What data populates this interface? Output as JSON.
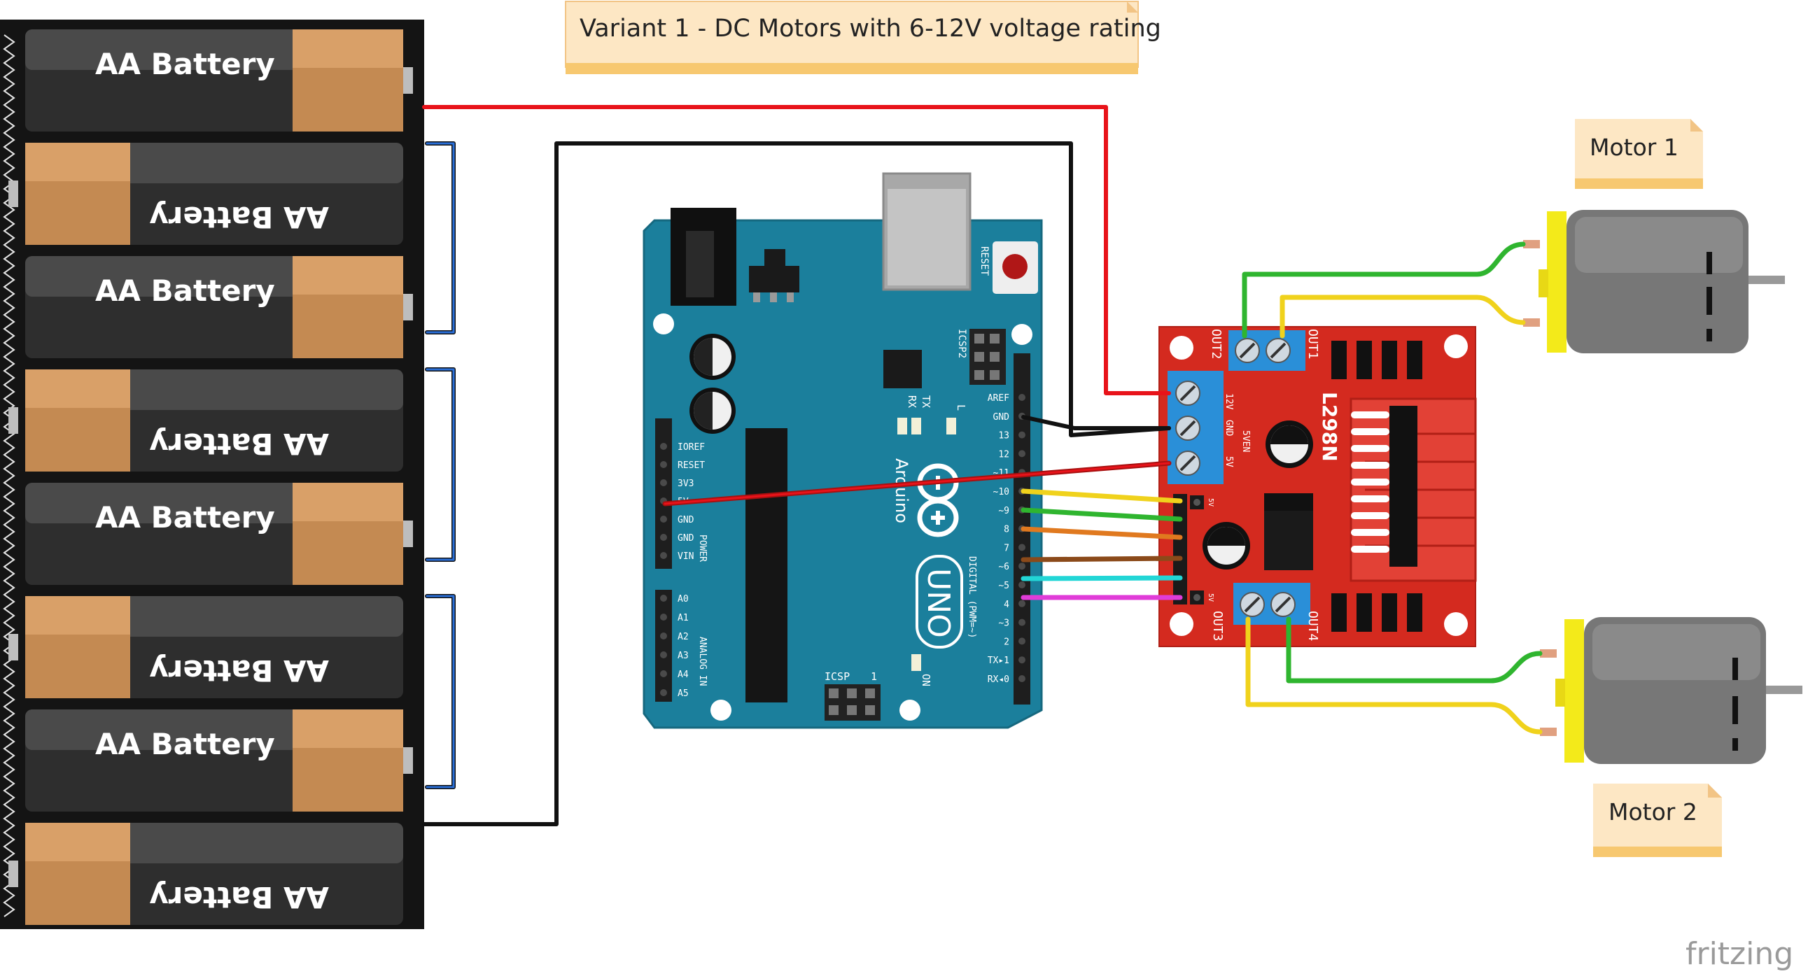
{
  "title_note": "Variant 1 - DC Motors with 6-12V voltage rating",
  "battery_label": "AA Battery",
  "motor_notes": [
    "Motor 1",
    "Motor 2"
  ],
  "watermark": "fritzing",
  "arduino": {
    "brand": "Arduino",
    "model": "UNO",
    "reset_label": "RESET",
    "icsp_labels": [
      "ICSP2",
      "ICSP"
    ],
    "icsp_pin_one": "1",
    "led_labels": [
      "TX",
      "RX",
      "L",
      "ON"
    ],
    "power_header_labels": [
      "IOREF",
      "RESET",
      "3V3",
      "5V",
      "GND",
      "GND",
      "VIN"
    ],
    "power_label": "POWER",
    "analog_header_labels": [
      "A0",
      "A1",
      "A2",
      "A3",
      "A4",
      "A5"
    ],
    "analog_label": "ANALOG IN",
    "digital_header_labels": [
      "AREF",
      "GND",
      "13",
      "12",
      "~11",
      "~10",
      "~9",
      "8",
      "7",
      "~6",
      "~5",
      "4",
      "~3",
      "2",
      "TX▸1",
      "RX◂0"
    ],
    "digital_label": "DIGITAL (PWM=~)"
  },
  "driver": {
    "chip": "L298N",
    "terminal_labels": [
      "OUT2",
      "OUT1",
      "OUT3",
      "OUT4"
    ],
    "power_labels": [
      "12V",
      "GND",
      "5V"
    ],
    "enable_label": "5VEN",
    "jumper_label": "5V"
  },
  "colors": {
    "board_teal": "#1b7f9c",
    "driver_red": "#d42a1f",
    "terminal_blue": "#2a8fd8",
    "wire_red": "#e8131a",
    "wire_black": "#111111",
    "wire_green": "#2fb52f",
    "wire_yellow": "#f0d21c",
    "wire_orange": "#e0791f",
    "wire_brown": "#8b4a1a",
    "wire_cyan": "#22d6d6",
    "wire_magenta": "#e03cd8",
    "wire_blue": "#2a6fd8",
    "note_fill": "#fde7c4",
    "motor_yellow": "#f3ea1a",
    "motor_body": "#777777"
  }
}
